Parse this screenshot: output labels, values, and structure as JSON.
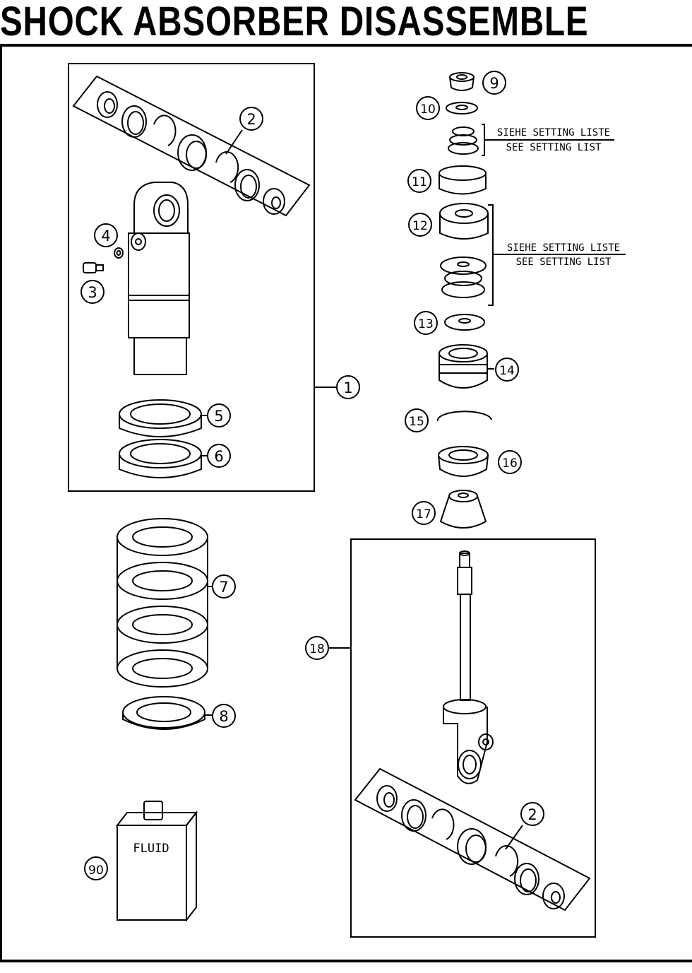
{
  "page": {
    "title": "SHOCK ABSORBER DISASSEMBLE"
  },
  "callouts": [
    {
      "id": "1",
      "label": "1"
    },
    {
      "id": "2a",
      "label": "2"
    },
    {
      "id": "2b",
      "label": "2"
    },
    {
      "id": "3",
      "label": "3"
    },
    {
      "id": "4",
      "label": "4"
    },
    {
      "id": "5",
      "label": "5"
    },
    {
      "id": "6",
      "label": "6"
    },
    {
      "id": "7",
      "label": "7"
    },
    {
      "id": "8",
      "label": "8"
    },
    {
      "id": "9",
      "label": "9"
    },
    {
      "id": "10",
      "label": "10"
    },
    {
      "id": "11",
      "label": "11"
    },
    {
      "id": "12",
      "label": "12"
    },
    {
      "id": "13",
      "label": "13"
    },
    {
      "id": "14",
      "label": "14"
    },
    {
      "id": "15",
      "label": "15"
    },
    {
      "id": "16",
      "label": "16"
    },
    {
      "id": "17",
      "label": "17"
    },
    {
      "id": "18",
      "label": "18"
    },
    {
      "id": "90",
      "label": "90"
    }
  ],
  "notes": [
    {
      "line1": "SIEHE SETTING LISTE",
      "line2": "SEE SETTING LIST"
    },
    {
      "line1": "SIEHE SETTING LISTE",
      "line2": "SEE SETTING LIST"
    }
  ],
  "fluid_label": "FLUID"
}
